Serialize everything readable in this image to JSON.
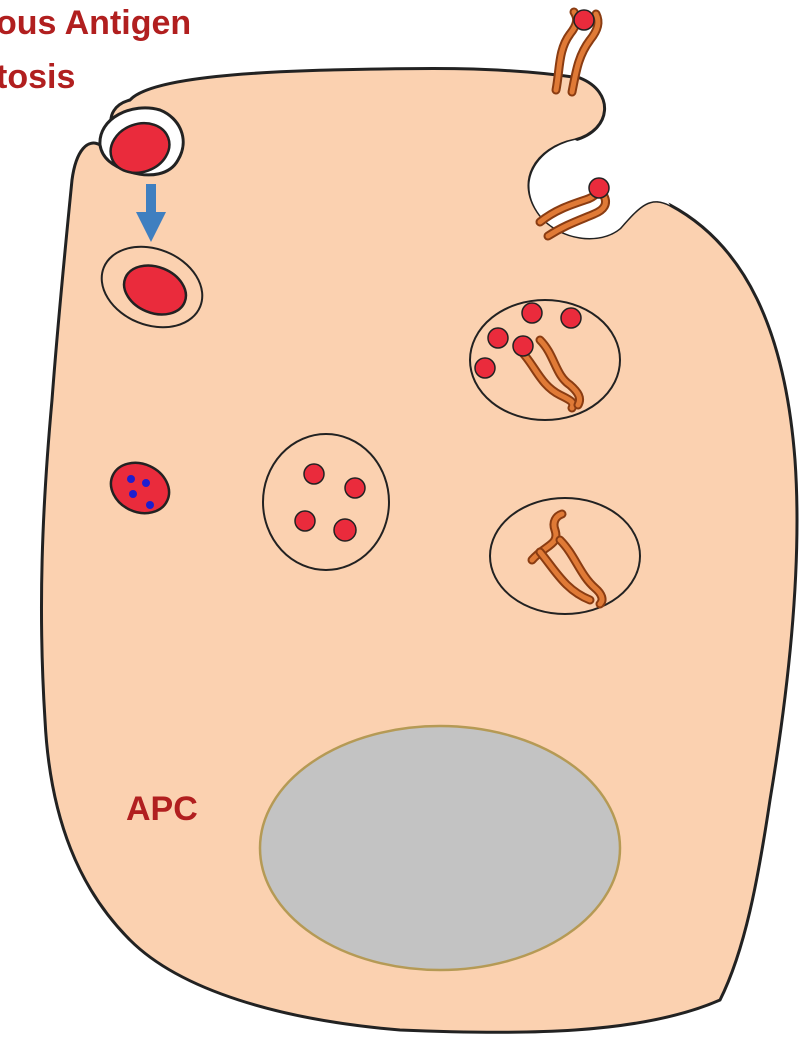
{
  "title": {
    "line1": "ous Antigen",
    "line2": "tosis"
  },
  "cell_label": "APC",
  "colors": {
    "cytoplasm": "#fbd1b0",
    "outline": "#222222",
    "antigen": "#ea2b3c",
    "receptor": "#e07a36",
    "receptor_dark": "#8a3c12",
    "nucleus": "#c3c3c3",
    "nucleus_outline": "#b59a55",
    "arrow": "#3f7fc0",
    "fragment": "#1e1ecf",
    "text": "#b11f1f"
  }
}
